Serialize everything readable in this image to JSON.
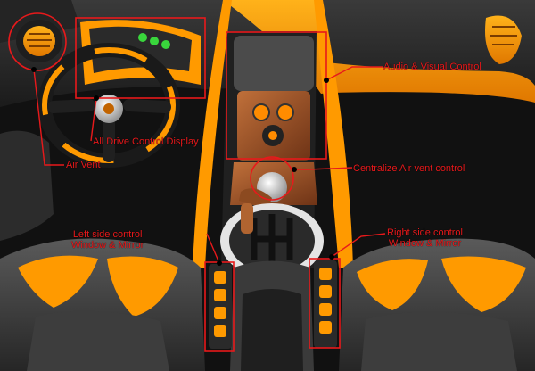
{
  "labels": {
    "audio_visual": "Audio & Visual Control",
    "drive_display": "All Drive Control Display",
    "air_vent": "Air Vent",
    "centralize_air": "Centralize Air vent control",
    "left_side_line1": "Left side control",
    "left_side_line2": "Window & Mirror",
    "right_side_line1": "Right side control",
    "right_side_line2": "Window & Mirror"
  },
  "colors": {
    "accent_orange": "#ff9a00",
    "annotation_red": "#e8191b",
    "indicator_green": "#39d63c",
    "wood": "#a0522d",
    "dark_body": "#2b2b2b"
  }
}
